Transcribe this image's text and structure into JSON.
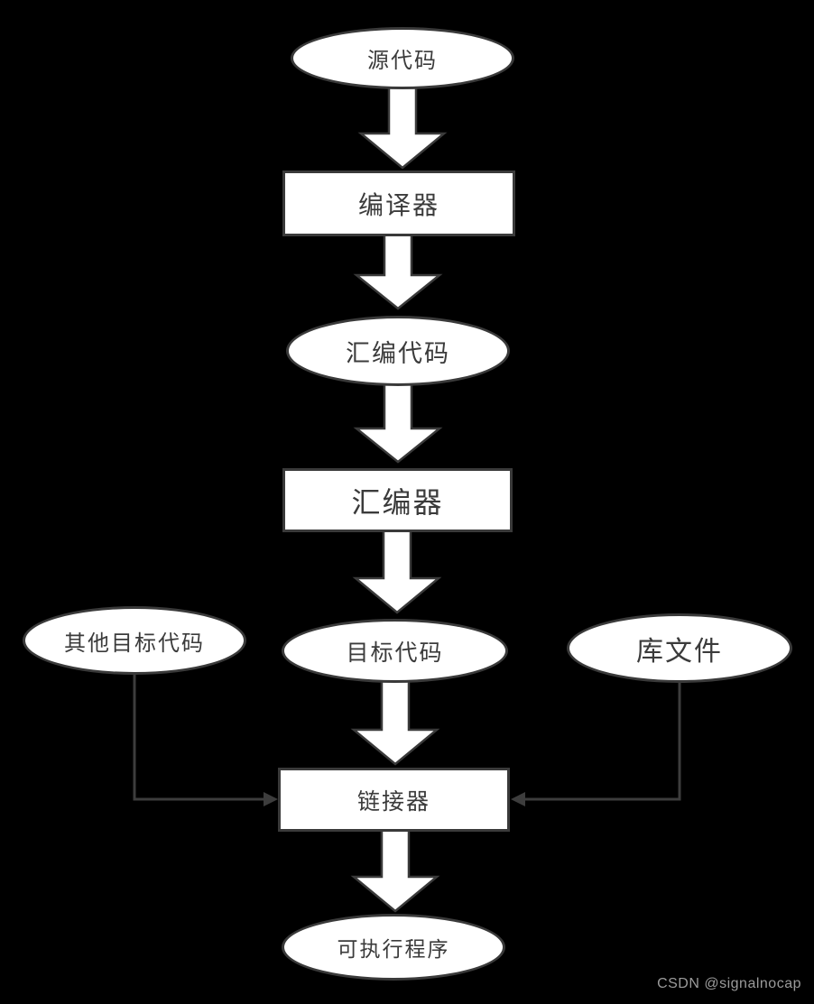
{
  "diagram": {
    "type": "flowchart",
    "topic": "compilation-process",
    "nodes": {
      "source": {
        "label": "源代码",
        "shape": "ellipse"
      },
      "compiler": {
        "label": "编译器",
        "shape": "rect"
      },
      "assembly_code": {
        "label": "汇编代码",
        "shape": "ellipse"
      },
      "assembler": {
        "label": "汇编器",
        "shape": "rect"
      },
      "object_code": {
        "label": "目标代码",
        "shape": "ellipse"
      },
      "other_object_code": {
        "label": "其他目标代码",
        "shape": "ellipse"
      },
      "library_file": {
        "label": "库文件",
        "shape": "ellipse"
      },
      "linker": {
        "label": "链接器",
        "shape": "rect"
      },
      "executable": {
        "label": "可执行程序",
        "shape": "ellipse"
      }
    },
    "edges": [
      {
        "from": "source",
        "to": "compiler",
        "style": "block-arrow"
      },
      {
        "from": "compiler",
        "to": "assembly_code",
        "style": "block-arrow"
      },
      {
        "from": "assembly_code",
        "to": "assembler",
        "style": "block-arrow"
      },
      {
        "from": "assembler",
        "to": "object_code",
        "style": "block-arrow"
      },
      {
        "from": "object_code",
        "to": "linker",
        "style": "block-arrow"
      },
      {
        "from": "linker",
        "to": "executable",
        "style": "block-arrow"
      },
      {
        "from": "other_object_code",
        "to": "linker",
        "style": "thin-arrow"
      },
      {
        "from": "library_file",
        "to": "linker",
        "style": "thin-arrow"
      }
    ],
    "watermark": {
      "text": "CSDN @signalnocap"
    },
    "colors": {
      "background": "#000000",
      "shape_fill": "#ffffff",
      "shape_border": "#3a3a3a",
      "text": "#3b3b3b",
      "connector": "#3d3d3d",
      "watermark": "#9b9b9b"
    }
  }
}
